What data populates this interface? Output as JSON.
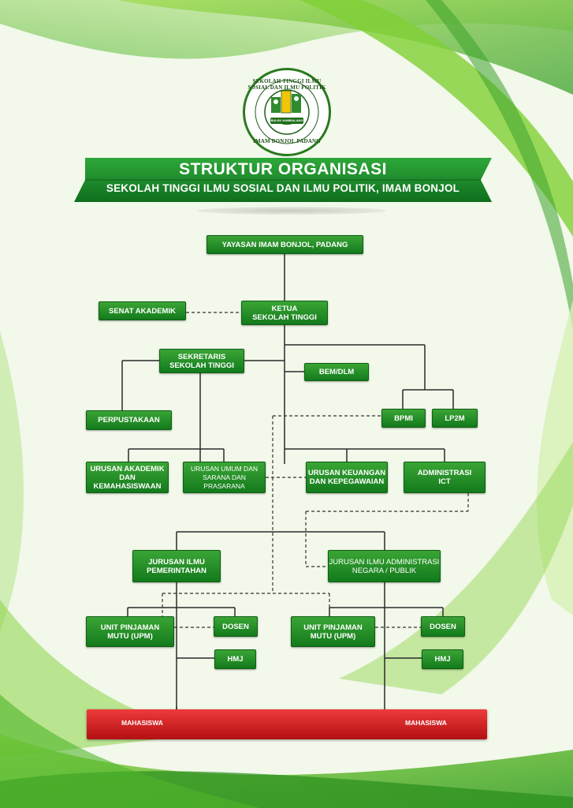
{
  "colors": {
    "box_green": "#1f8f2a",
    "banner_green": "#1d8a2c",
    "bar_red": "#d41f22",
    "swoosh_green": "#5fbf2a"
  },
  "logo": {
    "top_text": "SEKOLAH TINGGI ILMU SOSIAL DAN ILMU POLITIK",
    "bottom_text": "IMAM BONJOL PADANG",
    "ribbon_text": "BULEK HAMBALANG"
  },
  "header": {
    "title": "STRUKTUR ORGANISASI",
    "subtitle": "SEKOLAH TINGGI ILMU SOSIAL DAN ILMU POLITIK, IMAM BONJOL"
  },
  "nodes": {
    "yayasan": "YAYASAN IMAM BONJOL, PADANG",
    "senat": "SENAT AKADEMIK",
    "ketua": "KETUA\nSEKOLAH TINGGI",
    "sekretaris": "SEKRETARIS\nSEKOLAH TINGGI",
    "bem": "BEM/DLM",
    "perpustakaan": "PERPUSTAKAAN",
    "bpmi": "BPMI",
    "lp2m": "LP2M",
    "urusan_akademik": "URUSAN AKADEMIK\nDAN KEMAHASISWAAN",
    "urusan_umum": "URUSAN UMUM DAN\nSARANA DAN PRASARANA",
    "urusan_keuangan": "URUSAN KEUANGAN\nDAN KEPEGAWAIAN",
    "administrasi": "ADMINISTRASI\nICT",
    "jurusan_pemerintahan": "JURUSAN ILMU\nPEMERINTAHAN",
    "jurusan_administrasi": "JURUSAN ILMU ADMINISTRASI\nNEGARA / PUBLIK",
    "upm_left": "UNIT PINJAMAN\nMUTU (UPM)",
    "dosen_left": "DOSEN",
    "hmj_left": "HMJ",
    "upm_right": "UNIT PINJAMAN\nMUTU (UPM)",
    "dosen_right": "DOSEN",
    "hmj_right": "HMJ"
  },
  "bottom_bar": {
    "left_label": "MAHASISWA",
    "right_label": "MAHASISWA"
  }
}
